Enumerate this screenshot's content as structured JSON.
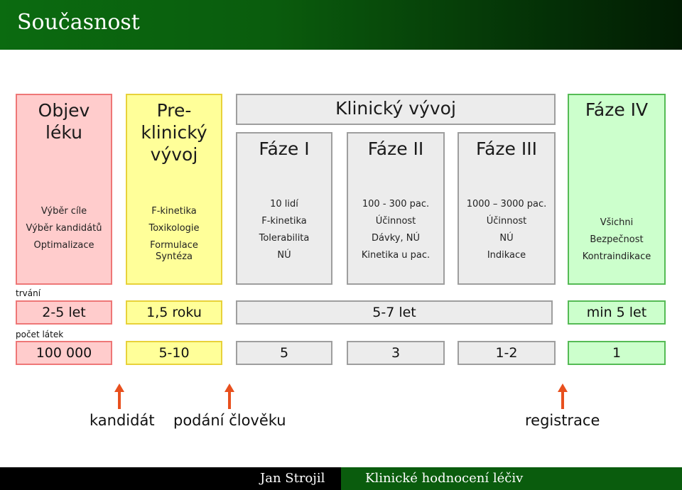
{
  "header": {
    "title": "Současnost"
  },
  "columns": {
    "objev": {
      "title_lines": [
        "Objev",
        "léku"
      ],
      "items": [
        "Výběr cíle",
        "Výběr kandidátů",
        "Optimalizace"
      ]
    },
    "preklinicky": {
      "title_lines": [
        "Pre-",
        "klinický",
        "vývoj"
      ],
      "items": [
        "F-kinetika",
        "Toxikologie",
        "Formulace",
        "Syntéza"
      ]
    },
    "klinicky": {
      "title": "Klinický vývoj"
    },
    "faze1": {
      "title": "Fáze I",
      "items": [
        "10 lidí",
        "F-kinetika",
        "Tolerabilita",
        "NÚ"
      ]
    },
    "faze2": {
      "title": "Fáze II",
      "items": [
        "100 - 300 pac.",
        "Účinnost",
        "Dávky, NÚ",
        "Kinetika u pac."
      ]
    },
    "faze3": {
      "title": "Fáze III",
      "items": [
        "1000 – 3000 pac.",
        "Účinnost",
        "NÚ",
        "Indikace"
      ]
    },
    "faze4": {
      "title": "Fáze IV",
      "items": [
        "Všichni",
        "Bezpečnost",
        "Kontraindikace"
      ]
    }
  },
  "duration": {
    "label": "trvání",
    "objev": "2-5 let",
    "preklinicky": "1,5 roku",
    "klinicky": "5-7 let",
    "faze4": "min 5 let"
  },
  "compounds": {
    "label": "počet látek",
    "objev": "100 000",
    "preklinicky": "5-10",
    "faze1": "5",
    "faze2": "3",
    "faze3": "1-2",
    "faze4": "1"
  },
  "milestones": {
    "kandidat": "kandidát",
    "podani": "podání člověku",
    "registrace": "registrace",
    "arrow_color": "#e8501e"
  },
  "footer": {
    "author": "Jan Strojil",
    "title": "Klinické hodnocení léčiv"
  }
}
